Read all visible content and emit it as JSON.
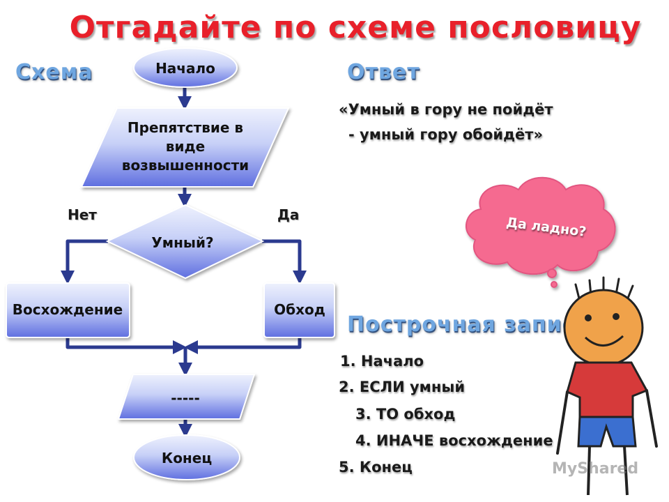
{
  "title": "Отгадайте по схеме пословицу",
  "headings": {
    "scheme": "Схема",
    "answer": "Ответ",
    "line_by_line": "Построчная запись"
  },
  "answer": {
    "line1": "«Умный в гору  не  пойдёт",
    "line2": "- умный гору обойдёт»"
  },
  "flowchart": {
    "start": "Начало",
    "input": [
      "Препятствие в",
      "виде",
      "возвышенности"
    ],
    "decision": "Умный?",
    "no_label": "Нет",
    "yes_label": "Да",
    "left_action": "Восхождение",
    "right_action": "Обход",
    "output": "-----",
    "end": "Конец"
  },
  "steps": [
    "1. Начало",
    "2. ЕСЛИ умный",
    "3. ТО обход",
    "4. ИНАЧЕ восхождение",
    "5. Конец"
  ],
  "bubble_text": "Да ладно?",
  "watermark": "MyShared",
  "colors": {
    "title": "#e8202a",
    "heading": "#6fa6e0",
    "shape_fill_light": "#dfe5fb",
    "shape_fill_dark": "#5f6fe0",
    "arrow": "#2b3a8f",
    "bubble": "#f56a90"
  }
}
